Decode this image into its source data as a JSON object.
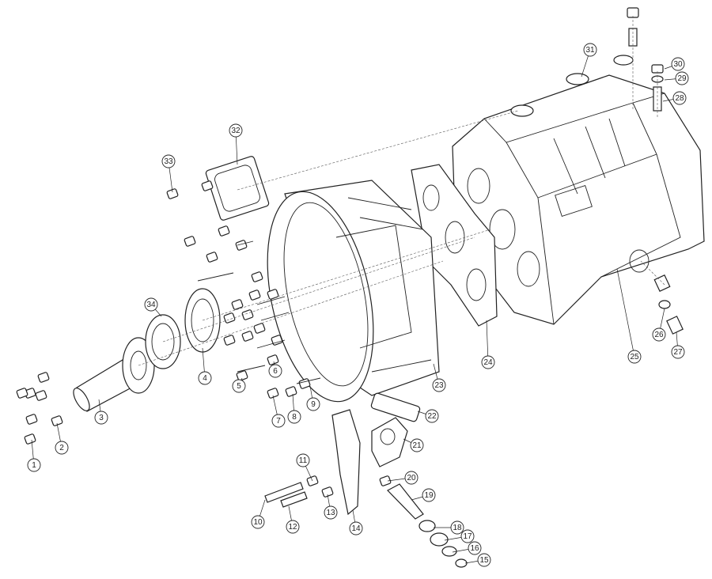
{
  "diagram": {
    "title": "Clutch housing and gearbox housing exploded view",
    "callouts": [
      "1",
      "2",
      "3",
      "4",
      "5",
      "6",
      "7",
      "8",
      "9",
      "10",
      "11",
      "12",
      "13",
      "14",
      "15",
      "16",
      "17",
      "18",
      "19",
      "20",
      "21",
      "22",
      "23",
      "24",
      "25",
      "26",
      "27",
      "28",
      "29",
      "30",
      "31",
      "32",
      "33",
      "34"
    ]
  }
}
